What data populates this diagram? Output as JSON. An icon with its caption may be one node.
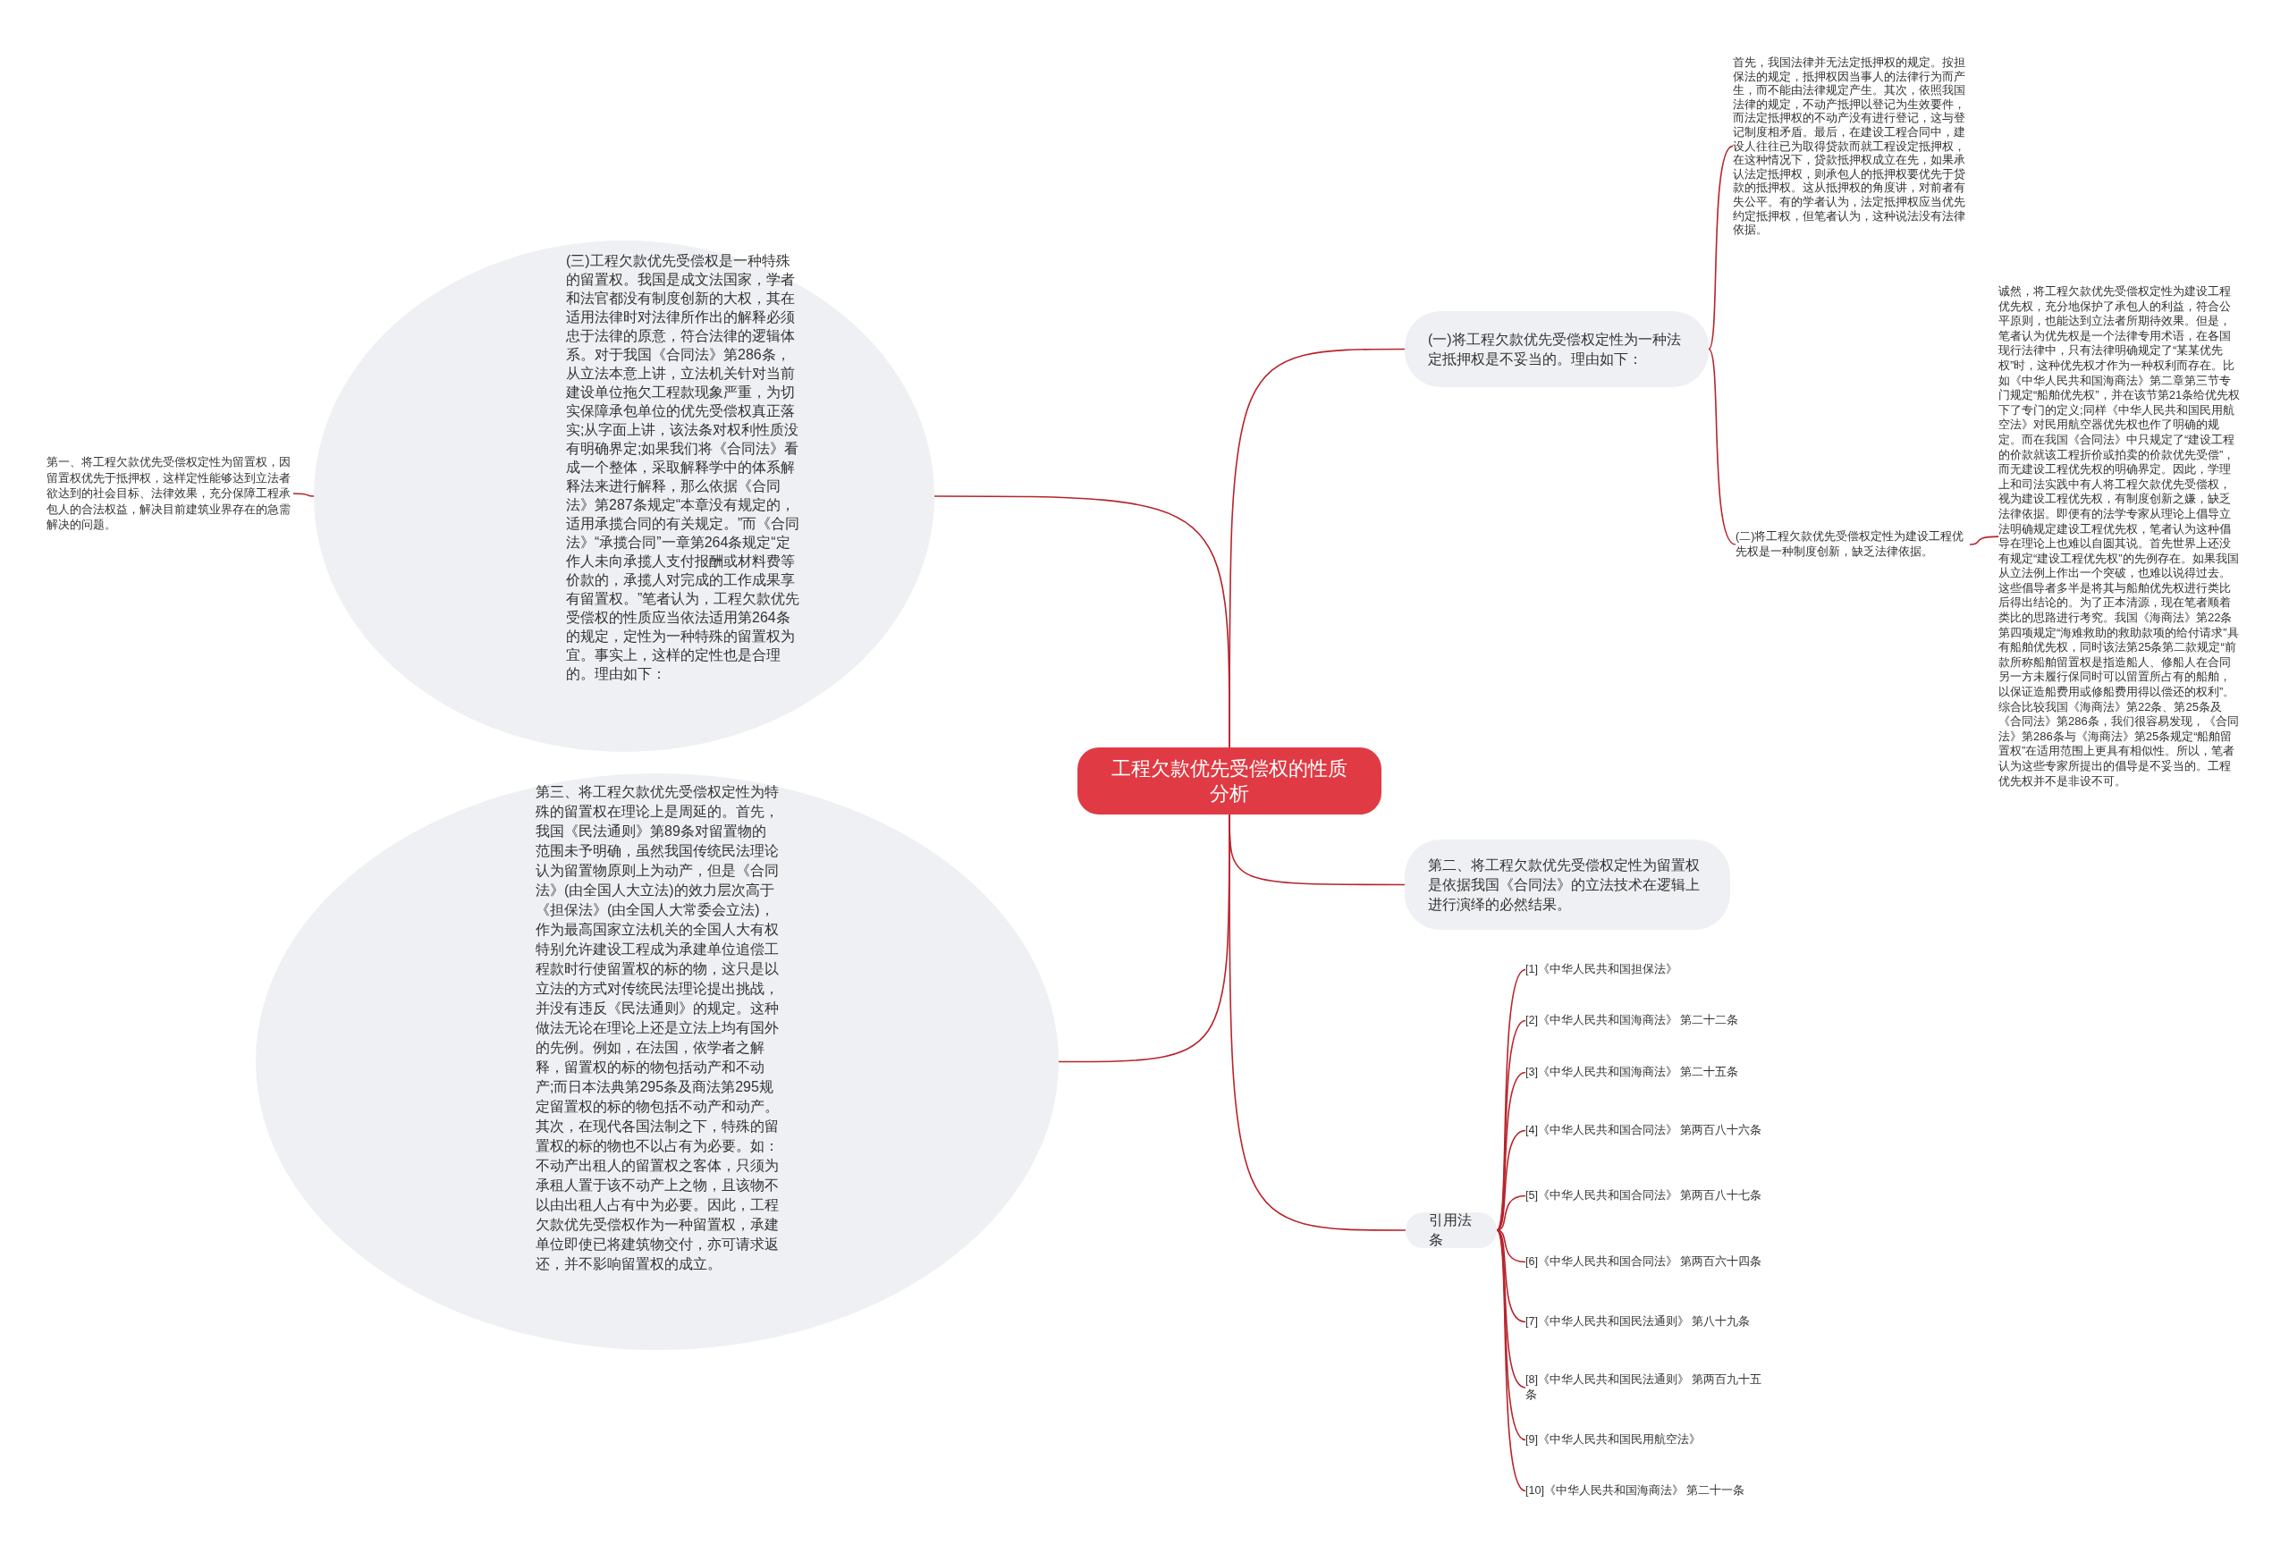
{
  "diagram": {
    "nodes": [
      {
        "text": [
          "工程欠款优先受偿权的性质分析"
        ]
      },
      {
        "text": [
          "(三)工程欠款优先受偿权是一种特殊的留置权。我国是成文法国家，学者和法官都没有制度创新的大权，其在适用法律时对法律所作出的解释必须忠于法律的原意，符合法律的逻辑体系。对于我国《合同法》第286条，从立法本意上讲，立法机关针对当前建设单位拖欠工程款现象严重，为切实保障承包单位的优先受偿权真正落实;从字面上讲，该法条对权利性质没有明确界定;如果我们将《合同法》看成一个整体，采取解释学中的体系解释法来进行解释，那么依据《合同法》第287条规定“本章没有规定的，适用承揽合同的有关规定。”而《合同法》“承揽合同”一章第264条规定“定作人未向承揽人支付报酬或材料费等价款的，承揽人对完成的工作成果享有留置权。”笔者认为，工程欠款优先受偿权的性质应当依法适用第264条的规定，定性为一种特殊的留置权为宜。事实上，这样的定性也是合理的。理由如下："
        ]
      },
      {
        "text": [
          "第一、将工程欠款优先受偿权定性为留置权，因留置权优先于抵押权，这样定性能够达到立法者欲达到的社会目标、法律效果，充分保障工程承包人的合法权益，解决目前建筑业界存在的急需解决的问题。"
        ]
      },
      {
        "text": [
          "第三、将工程欠款优先受偿权定性为特殊的留置权在理论上是周延的。首先，我国《民法通则》第89条对留置物的范围未予明确，虽然我国传统民法理论认为留置物原则上为动产，但是《合同法》(由全国人大立法)的效力层次高于《担保法》(由全国人大常委会立法)，作为最高国家立法机关的全国人大有权特别允许建设工程成为承建单位追偿工程款时行使留置权的标的物，这只是以立法的方式对传统民法理论提出挑战，并没有违反《民法通则》的规定。这种做法无论在理论上还是立法上均有国外的先例。例如，在法国，依学者之解释，留置权的标的物包括动产和不动产;而日本法典第295条及商法第295规定留置权的标的物包括不动产和动产。其次，在现代各国法制之下，特殊的留置权的标的物也不以占有为必要。如：不动产出租人的留置权之客体，只须为承租人置于该不动产上之物，且该物不以由出租人占有中为必要。因此，工程欠款优先受偿权作为一种留置权，承建单位即使已将建筑物交付，亦可请求返还，并不影响留置权的成立。"
        ]
      },
      {
        "text": [
          "(一)将工程欠款优先受偿权定性为一种法定抵押权是不妥当的。理由如下："
        ]
      },
      {
        "text": [
          "首先，我国法律并无法定抵押权的规定。按担保法的规定，抵押权因当事人的法律行为而产生，而不能由法律规定产生。其次，依照我国法律的规定，不动产抵押以登记为生效要件，而法定抵押权的不动产没有进行登记，这与登记制度相矛盾。最后，在建设工程合同中，建设人往往已为取得贷款而就工程设定抵押权，在这种情况下，贷款抵押权成立在先，如果承认法定抵押权，则承包人的抵押权要优先于贷款的抵押权。这从抵押权的角度讲，对前者有失公平。有的学者认为，法定抵押权应当优先约定抵押权，但笔者认为，这种说法没有法律依据。"
        ]
      },
      {
        "text": [
          "(二)将工程欠款优先受偿权定性为建设工程优先权是一种制度创新，缺乏法律依据。"
        ]
      },
      {
        "text": [
          "诚然，将工程欠款优先受偿权定性为建设工程优先权，充分地保护了承包人的利益，符合公平原则，也能达到立法者所期待效果。但是，笔者认为优先权是一个法律专用术语，在各国现行法律中，只有法律明确规定了“某某优先权”时，这种优先权才作为一种权利而存在。比如《中华人民共和国海商法》第二章第三节专门规定“船舶优先权”，并在该节第21条给优先权下了专门的定义;同样《中华人民共和国民用航空法》对民用航空器优先权也作了明确的规定。而在我国《合同法》中只规定了“建设工程的价款就该工程折价或拍卖的价款优先受偿”，而无建设工程优先权的明确界定。因此，学理上和司法实践中有人将工程欠款优先受偿权，视为建设工程优先权，有制度创新之嫌，缺乏法律依据。即便有的法学专家从理论上倡导立法明确规定建设工程优先权，笔者认为这种倡导在理论上也难以自圆其说。首先世界上还没有规定“建设工程优先权”的先例存在。如果我国从立法例上作出一个突破，也难以说得过去。这些倡导者多半是将其与船舶优先权进行类比后得出结论的。为了正本清源，现在笔者顺着类比的思路进行考究。我国《海商法》第22条第四项规定“海难救助的救助款项的给付请求”具有船舶优先权，同时该法第25条第二款规定“前款所称船舶留置权是指造船人、修船人在合同另一方未履行保同时可以留置所占有的船舶，以保证造船费用或修船费用得以偿还的权利”。综合比较我国《海商法》第22条、第25条及《合同法》第286条，我们很容易发现，《合同法》第286条与《海商法》第25条规定“船舶留置权”在适用范围上更具有相似性。所以，笔者认为这些专家所提出的倡导是不妥当的。工程优先权并不是非设不可。"
        ]
      },
      {
        "text": [
          "第二、将工程欠款优先受偿权定性为留置权是依据我国《合同法》的立法技术在逻辑上进行演绎的必然结果。"
        ]
      },
      {
        "text": [
          "引用法条"
        ]
      },
      {
        "text": [
          "[1]《中华人民共和国担保法》"
        ]
      },
      {
        "text": [
          "[2]《中华人民共和国海商法》 第二十二条"
        ]
      },
      {
        "text": [
          "[3]《中华人民共和国海商法》 第二十五条"
        ]
      },
      {
        "text": [
          "[4]《中华人民共和国合同法》 第两百八十六条"
        ]
      },
      {
        "text": [
          "[5]《中华人民共和国合同法》 第两百八十七条"
        ]
      },
      {
        "text": [
          "[6]《中华人民共和国合同法》 第两百六十四条"
        ]
      },
      {
        "text": [
          "[7]《中华人民共和国民法通则》 第八十九条"
        ]
      },
      {
        "text": [
          "[8]《中华人民共和国民法通则》 第两百九十五条"
        ]
      },
      {
        "text": [
          "[9]《中华人民共和国民用航空法》"
        ]
      },
      {
        "text": [
          "[10]《中华人民共和国海商法》 第二十一条"
        ]
      }
    ],
    "edges": [
      {
        "from": 0,
        "to": 1,
        "arrow": "none"
      },
      {
        "from": 1,
        "to": 2,
        "arrow": "none"
      },
      {
        "from": 0,
        "to": 3,
        "arrow": "none"
      },
      {
        "from": 0,
        "to": 4,
        "arrow": "none"
      },
      {
        "from": 4,
        "to": 5,
        "arrow": "none"
      },
      {
        "from": 4,
        "to": 6,
        "arrow": "none"
      },
      {
        "from": 6,
        "to": 7,
        "arrow": "none"
      },
      {
        "from": 0,
        "to": 8,
        "arrow": "none"
      },
      {
        "from": 0,
        "to": 9,
        "arrow": "none"
      },
      {
        "from": 9,
        "to": 10,
        "arrow": "none"
      },
      {
        "from": 9,
        "to": 11,
        "arrow": "none"
      },
      {
        "from": 9,
        "to": 12,
        "arrow": "none"
      },
      {
        "from": 9,
        "to": 13,
        "arrow": "none"
      },
      {
        "from": 9,
        "to": 14,
        "arrow": "none"
      },
      {
        "from": 9,
        "to": 15,
        "arrow": "none"
      },
      {
        "from": 9,
        "to": 16,
        "arrow": "none"
      },
      {
        "from": 9,
        "to": 17,
        "arrow": "none"
      },
      {
        "from": 9,
        "to": 18,
        "arrow": "none"
      },
      {
        "from": 9,
        "to": 19,
        "arrow": "none"
      }
    ]
  }
}
